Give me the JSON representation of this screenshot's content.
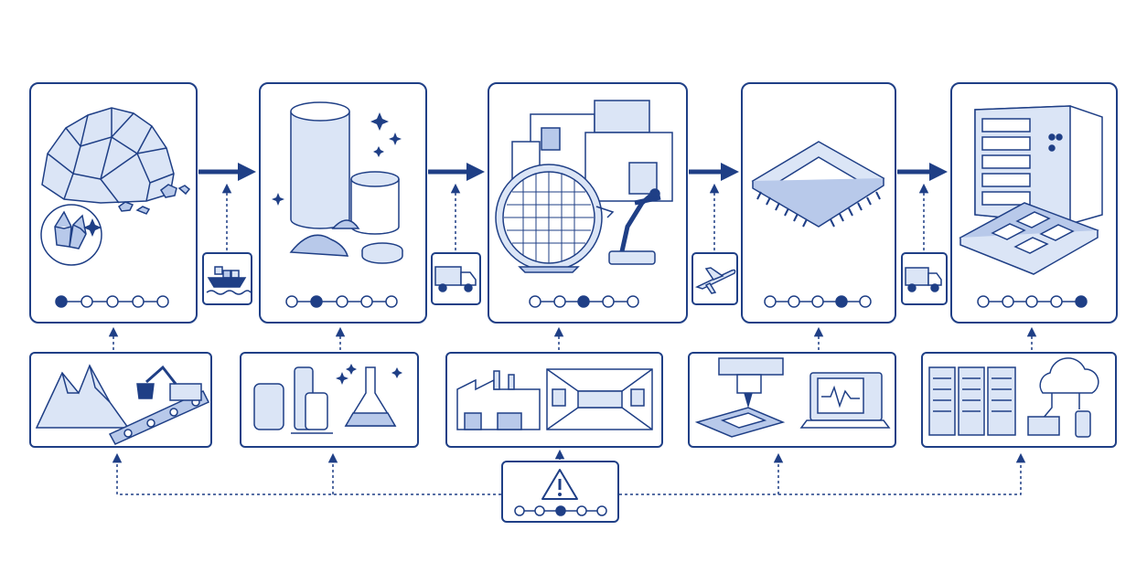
{
  "theme": {
    "ink": "#1f3f86",
    "fill_light": "#dbe5f6",
    "fill_mid": "#b8c9ea",
    "background": "#ffffff"
  },
  "stages": [
    {
      "id": "raw-materials",
      "icon": "quartz-rock-pile-icon",
      "progress_step": 1,
      "progress_total": 5
    },
    {
      "id": "refining",
      "icon": "silicon-ingot-icon",
      "progress_step": 2,
      "progress_total": 5
    },
    {
      "id": "wafer-fabrication",
      "icon": "wafer-fab-icon",
      "progress_step": 3,
      "progress_total": 5
    },
    {
      "id": "chip-packaging",
      "icon": "microchip-icon",
      "progress_step": 4,
      "progress_total": 5
    },
    {
      "id": "end-products",
      "icon": "server-hardware-icon",
      "progress_step": 5,
      "progress_total": 5
    }
  ],
  "transport": [
    "cargo-ship-icon",
    "delivery-truck-icon",
    "airplane-icon",
    "delivery-truck-icon"
  ],
  "support": [
    "mining-excavator-icon",
    "chemical-plant-icon",
    "factory-cleanroom-icon",
    "chip-testing-icon",
    "datacenter-cloud-icon"
  ],
  "risk_hub": {
    "icon": "warning-triangle-icon",
    "progress_step": 3,
    "progress_total": 5
  }
}
